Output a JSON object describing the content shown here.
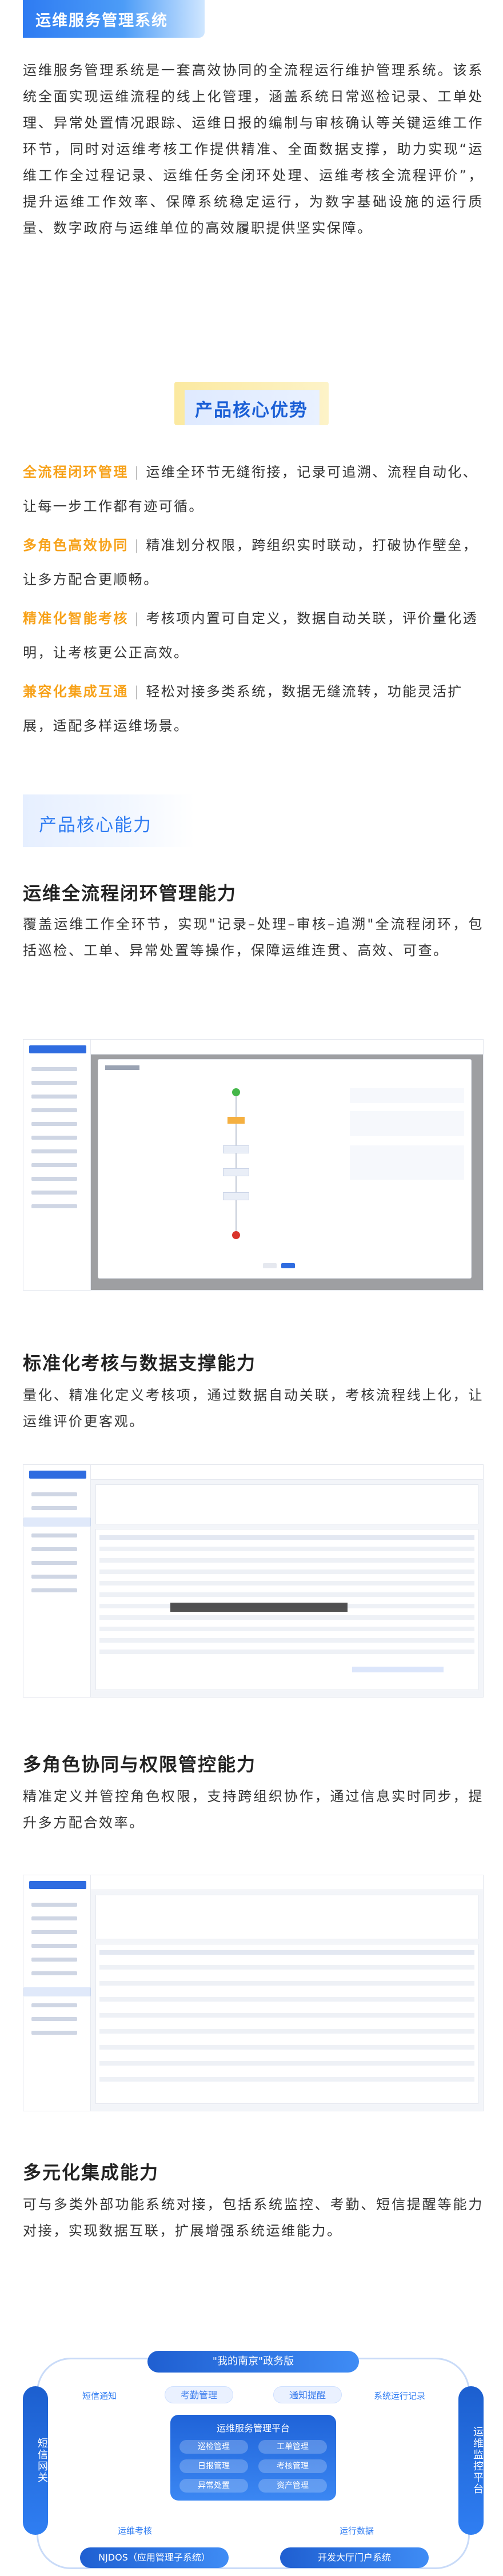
{
  "header": {
    "title": "运维服务管理系统"
  },
  "intro": "运维服务管理系统是一套高效协同的全流程运行维护管理系统。该系统全面实现运维流程的线上化管理，涵盖系统日常巡检记录、工单处理、异常处置情况跟踪、运维日报的编制与审核确认等关键运维工作环节，同时对运维考核工作提供精准、全面数据支撑，助力实现“运维工作全过程记录、运维任务全闭环处理、运维考核全流程评价”，提升运维工作效率、保障系统稳定运行，为数字基础设施的运行质量、数字政府与运维单位的高效履职提供坚实保障。",
  "advantages": {
    "title": "产品核心优势",
    "items": [
      {
        "label": "全流程闭环管理",
        "text": "运维全环节无缝衔接，记录可追溯、流程自动化、让每一步工作都有迹可循。"
      },
      {
        "label": "多角色高效协同",
        "text": "精准划分权限，跨组织实时联动，打破协作壁垒，让多方配合更顺畅。"
      },
      {
        "label": "精准化智能考核",
        "text": "考核项内置可自定义，数据自动关联，评价量化透明，让考核更公正高效。"
      },
      {
        "label": "兼容化集成互通",
        "text": "轻松对接多类系统，数据无缝流转，功能灵活扩展，适配多样运维场景。"
      }
    ]
  },
  "capabilities": {
    "title": "产品核心能力",
    "items": [
      {
        "title": "运维全流程闭环管理能力",
        "desc": "覆盖运维工作全环节，实现\"记录–处理–审核–追溯\"全流程闭环，包括巡检、工单、异常处置等操作，保障运维连贯、高效、可查。"
      },
      {
        "title": "标准化考核与数据支撑能力",
        "desc": "量化、精准化定义考核项，通过数据自动关联，考核流程线上化，让运维评价更客观。"
      },
      {
        "title": "多角色协同与权限管控能力",
        "desc": "精准定义并管控角色权限，支持跨组织协作，通过信息实时同步，提升多方配合效率。"
      },
      {
        "title": "多元化集成能力",
        "desc": "可与多类外部功能系统对接，包括系统监控、考勤、短信提醒等能力对接，实现数据互联，扩展增强系统运维能力。"
      }
    ]
  },
  "diagram": {
    "top": "\"我的南京\"政务版",
    "left": "短信网关",
    "right": "运维监控平台",
    "center_title": "运维服务管理平台",
    "top_chips": [
      "考勤管理",
      "通知提醒"
    ],
    "left_tag": "短信通知",
    "right_tag": "系统运行记录",
    "center_chips": [
      "巡检管理",
      "工单管理",
      "日报管理",
      "考核管理",
      "异常处置",
      "资产管理"
    ],
    "bottom_tags": [
      "运维考核",
      "运行数据"
    ],
    "bottom_left": "NJDOS（应用管理子系统）",
    "bottom_right": "开发大厅门户系统"
  }
}
